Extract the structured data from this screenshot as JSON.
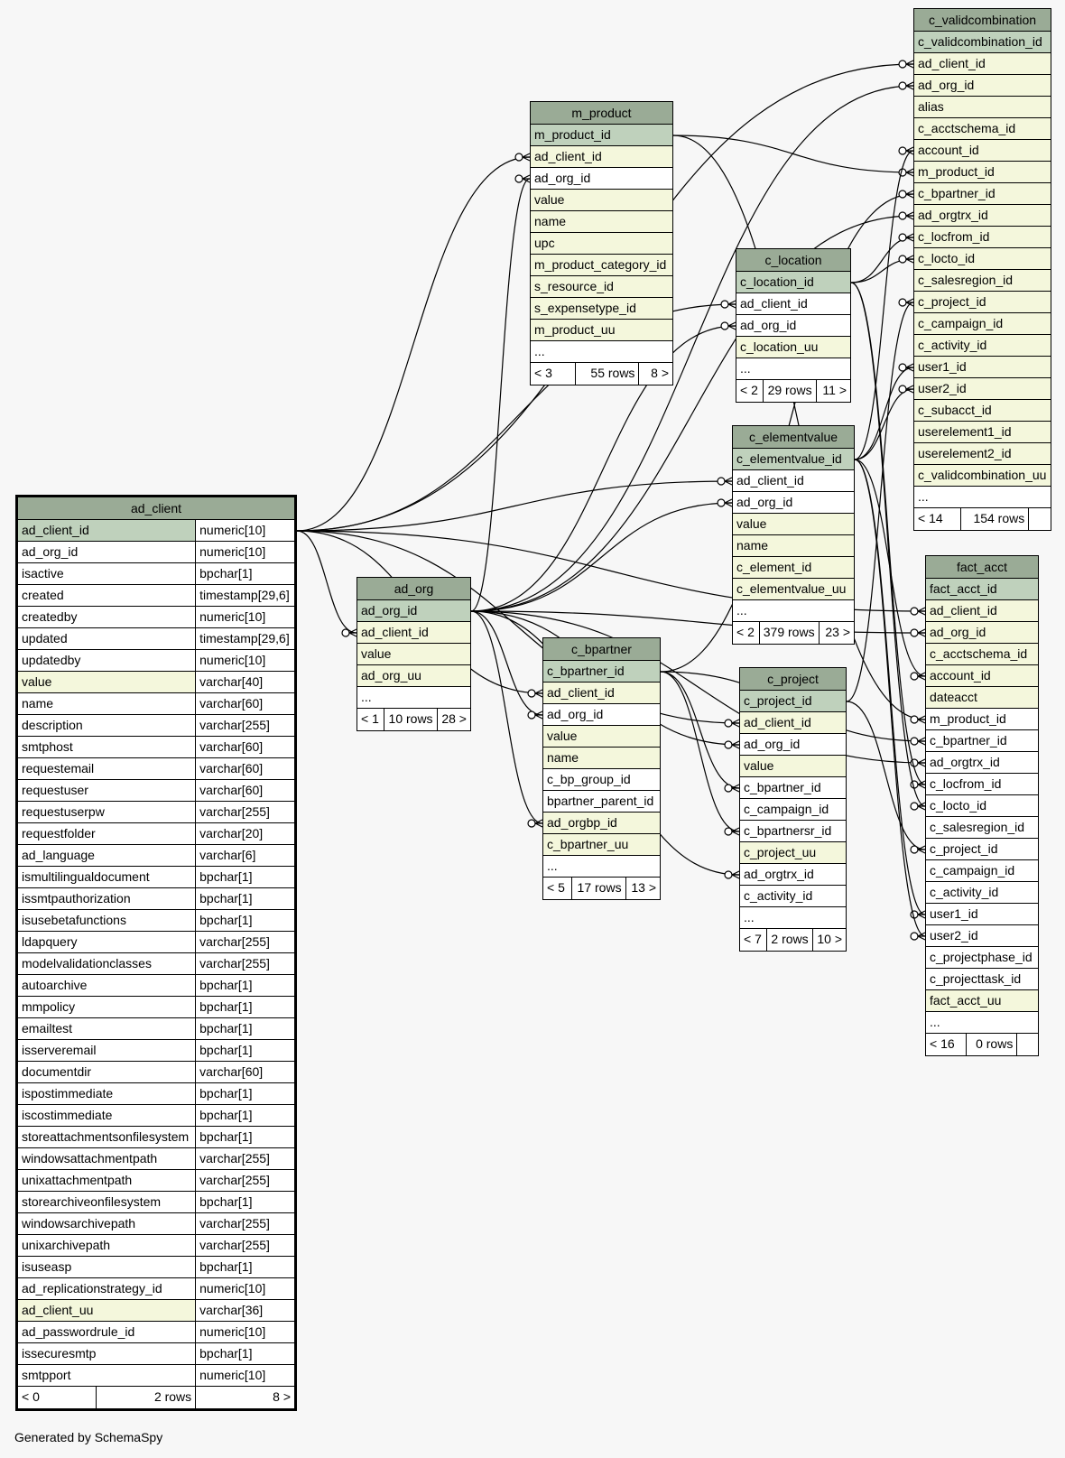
{
  "footer_text": "Generated by SchemaSpy",
  "tables": {
    "ad_client": {
      "name": "ad_client",
      "rows": [
        {
          "col": "ad_client_id",
          "type": "numeric[10]",
          "kind": "pk"
        },
        {
          "col": "ad_org_id",
          "type": "numeric[10]",
          "kind": "plain"
        },
        {
          "col": "isactive",
          "type": "bpchar[1]",
          "kind": "plain"
        },
        {
          "col": "created",
          "type": "timestamp[29,6]",
          "kind": "plain"
        },
        {
          "col": "createdby",
          "type": "numeric[10]",
          "kind": "plain"
        },
        {
          "col": "updated",
          "type": "timestamp[29,6]",
          "kind": "plain"
        },
        {
          "col": "updatedby",
          "type": "numeric[10]",
          "kind": "plain"
        },
        {
          "col": "value",
          "type": "varchar[40]",
          "kind": "idx"
        },
        {
          "col": "name",
          "type": "varchar[60]",
          "kind": "plain"
        },
        {
          "col": "description",
          "type": "varchar[255]",
          "kind": "plain"
        },
        {
          "col": "smtphost",
          "type": "varchar[60]",
          "kind": "plain"
        },
        {
          "col": "requestemail",
          "type": "varchar[60]",
          "kind": "plain"
        },
        {
          "col": "requestuser",
          "type": "varchar[60]",
          "kind": "plain"
        },
        {
          "col": "requestuserpw",
          "type": "varchar[255]",
          "kind": "plain"
        },
        {
          "col": "requestfolder",
          "type": "varchar[20]",
          "kind": "plain"
        },
        {
          "col": "ad_language",
          "type": "varchar[6]",
          "kind": "plain"
        },
        {
          "col": "ismultilingualdocument",
          "type": "bpchar[1]",
          "kind": "plain"
        },
        {
          "col": "issmtpauthorization",
          "type": "bpchar[1]",
          "kind": "plain"
        },
        {
          "col": "isusebetafunctions",
          "type": "bpchar[1]",
          "kind": "plain"
        },
        {
          "col": "ldapquery",
          "type": "varchar[255]",
          "kind": "plain"
        },
        {
          "col": "modelvalidationclasses",
          "type": "varchar[255]",
          "kind": "plain"
        },
        {
          "col": "autoarchive",
          "type": "bpchar[1]",
          "kind": "plain"
        },
        {
          "col": "mmpolicy",
          "type": "bpchar[1]",
          "kind": "plain"
        },
        {
          "col": "emailtest",
          "type": "bpchar[1]",
          "kind": "plain"
        },
        {
          "col": "isserveremail",
          "type": "bpchar[1]",
          "kind": "plain"
        },
        {
          "col": "documentdir",
          "type": "varchar[60]",
          "kind": "plain"
        },
        {
          "col": "ispostimmediate",
          "type": "bpchar[1]",
          "kind": "plain"
        },
        {
          "col": "iscostimmediate",
          "type": "bpchar[1]",
          "kind": "plain"
        },
        {
          "col": "storeattachmentsonfilesystem",
          "type": "bpchar[1]",
          "kind": "plain"
        },
        {
          "col": "windowsattachmentpath",
          "type": "varchar[255]",
          "kind": "plain"
        },
        {
          "col": "unixattachmentpath",
          "type": "varchar[255]",
          "kind": "plain"
        },
        {
          "col": "storearchiveonfilesystem",
          "type": "bpchar[1]",
          "kind": "plain"
        },
        {
          "col": "windowsarchivepath",
          "type": "varchar[255]",
          "kind": "plain"
        },
        {
          "col": "unixarchivepath",
          "type": "varchar[255]",
          "kind": "plain"
        },
        {
          "col": "isuseasp",
          "type": "bpchar[1]",
          "kind": "plain"
        },
        {
          "col": "ad_replicationstrategy_id",
          "type": "numeric[10]",
          "kind": "plain"
        },
        {
          "col": "ad_client_uu",
          "type": "varchar[36]",
          "kind": "idx"
        },
        {
          "col": "ad_passwordrule_id",
          "type": "numeric[10]",
          "kind": "plain"
        },
        {
          "col": "issecuresmtp",
          "type": "bpchar[1]",
          "kind": "plain"
        },
        {
          "col": "smtpport",
          "type": "numeric[10]",
          "kind": "plain"
        }
      ],
      "footer": [
        "< 0",
        "2 rows",
        "8 >"
      ]
    },
    "m_product": {
      "name": "m_product",
      "rows": [
        {
          "col": "m_product_id",
          "kind": "pk"
        },
        {
          "col": "ad_client_id",
          "kind": "idx"
        },
        {
          "col": "ad_org_id",
          "kind": "plain"
        },
        {
          "col": "value",
          "kind": "idx"
        },
        {
          "col": "name",
          "kind": "idx"
        },
        {
          "col": "upc",
          "kind": "idx"
        },
        {
          "col": "m_product_category_id",
          "kind": "idx"
        },
        {
          "col": "s_resource_id",
          "kind": "idx"
        },
        {
          "col": "s_expensetype_id",
          "kind": "idx"
        },
        {
          "col": "m_product_uu",
          "kind": "idx"
        },
        {
          "col": "...",
          "kind": "plain"
        }
      ],
      "footer": [
        "< 3",
        "55 rows",
        "8 >"
      ]
    },
    "c_location": {
      "name": "c_location",
      "rows": [
        {
          "col": "c_location_id",
          "kind": "pk"
        },
        {
          "col": "ad_client_id",
          "kind": "plain"
        },
        {
          "col": "ad_org_id",
          "kind": "plain"
        },
        {
          "col": "c_location_uu",
          "kind": "idx"
        },
        {
          "col": "...",
          "kind": "plain"
        }
      ],
      "footer": [
        "< 2",
        "29 rows",
        "11 >"
      ]
    },
    "c_elementvalue": {
      "name": "c_elementvalue",
      "rows": [
        {
          "col": "c_elementvalue_id",
          "kind": "pk"
        },
        {
          "col": "ad_client_id",
          "kind": "plain"
        },
        {
          "col": "ad_org_id",
          "kind": "plain"
        },
        {
          "col": "value",
          "kind": "idx"
        },
        {
          "col": "name",
          "kind": "idx"
        },
        {
          "col": "c_element_id",
          "kind": "idx"
        },
        {
          "col": "c_elementvalue_uu",
          "kind": "idx"
        },
        {
          "col": "...",
          "kind": "plain"
        }
      ],
      "footer": [
        "< 2",
        "379 rows",
        "23 >"
      ]
    },
    "ad_org": {
      "name": "ad_org",
      "rows": [
        {
          "col": "ad_org_id",
          "kind": "pk"
        },
        {
          "col": "ad_client_id",
          "kind": "idx"
        },
        {
          "col": "value",
          "kind": "idx"
        },
        {
          "col": "ad_org_uu",
          "kind": "idx"
        },
        {
          "col": "...",
          "kind": "plain"
        }
      ],
      "footer": [
        "< 1",
        "10 rows",
        "28 >"
      ]
    },
    "c_bpartner": {
      "name": "c_bpartner",
      "rows": [
        {
          "col": "c_bpartner_id",
          "kind": "pk"
        },
        {
          "col": "ad_client_id",
          "kind": "idx"
        },
        {
          "col": "ad_org_id",
          "kind": "plain"
        },
        {
          "col": "value",
          "kind": "idx"
        },
        {
          "col": "name",
          "kind": "idx"
        },
        {
          "col": "c_bp_group_id",
          "kind": "plain"
        },
        {
          "col": "bpartner_parent_id",
          "kind": "plain"
        },
        {
          "col": "ad_orgbp_id",
          "kind": "idx"
        },
        {
          "col": "c_bpartner_uu",
          "kind": "idx"
        },
        {
          "col": "...",
          "kind": "plain"
        }
      ],
      "footer": [
        "< 5",
        "17 rows",
        "13 >"
      ]
    },
    "c_project": {
      "name": "c_project",
      "rows": [
        {
          "col": "c_project_id",
          "kind": "pk"
        },
        {
          "col": "ad_client_id",
          "kind": "idx"
        },
        {
          "col": "ad_org_id",
          "kind": "plain"
        },
        {
          "col": "value",
          "kind": "idx"
        },
        {
          "col": "c_bpartner_id",
          "kind": "plain"
        },
        {
          "col": "c_campaign_id",
          "kind": "plain"
        },
        {
          "col": "c_bpartnersr_id",
          "kind": "plain"
        },
        {
          "col": "c_project_uu",
          "kind": "idx"
        },
        {
          "col": "ad_orgtrx_id",
          "kind": "plain"
        },
        {
          "col": "c_activity_id",
          "kind": "plain"
        },
        {
          "col": "...",
          "kind": "plain"
        }
      ],
      "footer": [
        "< 7",
        "2 rows",
        "10 >"
      ]
    },
    "c_validcombination": {
      "name": "c_validcombination",
      "rows": [
        {
          "col": "c_validcombination_id",
          "kind": "pk"
        },
        {
          "col": "ad_client_id",
          "kind": "idx"
        },
        {
          "col": "ad_org_id",
          "kind": "idx"
        },
        {
          "col": "alias",
          "kind": "idx"
        },
        {
          "col": "c_acctschema_id",
          "kind": "idx"
        },
        {
          "col": "account_id",
          "kind": "idx"
        },
        {
          "col": "m_product_id",
          "kind": "idx"
        },
        {
          "col": "c_bpartner_id",
          "kind": "idx"
        },
        {
          "col": "ad_orgtrx_id",
          "kind": "idx"
        },
        {
          "col": "c_locfrom_id",
          "kind": "idx"
        },
        {
          "col": "c_locto_id",
          "kind": "idx"
        },
        {
          "col": "c_salesregion_id",
          "kind": "idx"
        },
        {
          "col": "c_project_id",
          "kind": "idx"
        },
        {
          "col": "c_campaign_id",
          "kind": "idx"
        },
        {
          "col": "c_activity_id",
          "kind": "idx"
        },
        {
          "col": "user1_id",
          "kind": "idx"
        },
        {
          "col": "user2_id",
          "kind": "idx"
        },
        {
          "col": "c_subacct_id",
          "kind": "idx"
        },
        {
          "col": "userelement1_id",
          "kind": "idx"
        },
        {
          "col": "userelement2_id",
          "kind": "idx"
        },
        {
          "col": "c_validcombination_uu",
          "kind": "idx"
        },
        {
          "col": "...",
          "kind": "plain"
        }
      ],
      "footer": [
        "< 14",
        "154 rows",
        ""
      ]
    },
    "fact_acct": {
      "name": "fact_acct",
      "rows": [
        {
          "col": "fact_acct_id",
          "kind": "pk"
        },
        {
          "col": "ad_client_id",
          "kind": "idx"
        },
        {
          "col": "ad_org_id",
          "kind": "idx"
        },
        {
          "col": "c_acctschema_id",
          "kind": "idx"
        },
        {
          "col": "account_id",
          "kind": "idx"
        },
        {
          "col": "dateacct",
          "kind": "idx"
        },
        {
          "col": "m_product_id",
          "kind": "plain"
        },
        {
          "col": "c_bpartner_id",
          "kind": "plain"
        },
        {
          "col": "ad_orgtrx_id",
          "kind": "plain"
        },
        {
          "col": "c_locfrom_id",
          "kind": "plain"
        },
        {
          "col": "c_locto_id",
          "kind": "plain"
        },
        {
          "col": "c_salesregion_id",
          "kind": "plain"
        },
        {
          "col": "c_project_id",
          "kind": "plain"
        },
        {
          "col": "c_campaign_id",
          "kind": "plain"
        },
        {
          "col": "c_activity_id",
          "kind": "plain"
        },
        {
          "col": "user1_id",
          "kind": "plain"
        },
        {
          "col": "user2_id",
          "kind": "plain"
        },
        {
          "col": "c_projectphase_id",
          "kind": "plain"
        },
        {
          "col": "c_projecttask_id",
          "kind": "plain"
        },
        {
          "col": "fact_acct_uu",
          "kind": "idx"
        },
        {
          "col": "...",
          "kind": "plain"
        }
      ],
      "footer": [
        "< 16",
        "0 rows",
        ""
      ]
    }
  }
}
